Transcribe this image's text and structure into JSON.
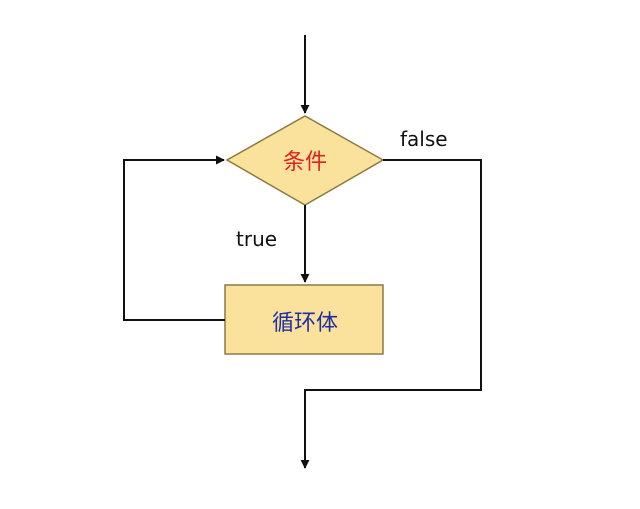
{
  "flowchart": {
    "condition": {
      "label": "条件",
      "text_color": "#e02020",
      "fill": "#fbe29c",
      "stroke": "#8c7a40"
    },
    "loop_body": {
      "label": "循环体",
      "text_color": "#2030a0",
      "fill": "#fbe29c",
      "stroke": "#8c7a40"
    },
    "branch_true": "true",
    "branch_false": "false",
    "line_color": "#111111"
  }
}
